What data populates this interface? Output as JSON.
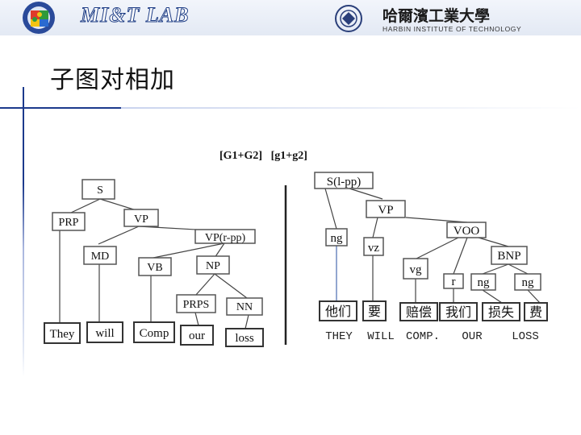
{
  "header": {
    "lab_name": "MI&T LAB",
    "lab_logo_icon": "puzzle-logo-icon",
    "univ_name_cn": "哈爾濱工業大學",
    "univ_name_en": "HARBIN INSTITUTE OF TECHNOLOGY",
    "univ_logo_icon": "hit-emblem-icon"
  },
  "slide": {
    "title": "子图对相加"
  },
  "figure": {
    "caption": "[G1+G2]   [g1+g2]",
    "left_tree": {
      "nodes": [
        "S",
        "PRP",
        "VP",
        "MD",
        "VP(r-pp)",
        "VB",
        "NP",
        "PRPS",
        "NN"
      ],
      "leaves": [
        "They",
        "will",
        "Comp",
        "our",
        "loss"
      ]
    },
    "right_tree": {
      "nodes": [
        "S(l-pp)",
        "VP",
        "VOO",
        "ng",
        "vz",
        "vg",
        "BNP",
        "r",
        "ng",
        "ng"
      ],
      "leaves": [
        "他们",
        "要",
        "赔偿",
        "我们",
        "损失",
        "费"
      ],
      "gloss": [
        "THEY",
        "WILL",
        "COMP.",
        "OUR",
        "LOSS"
      ]
    }
  },
  "colors": {
    "brand_blue": "#1c3a8c",
    "box_border": "#555555",
    "leaf_border": "#333333"
  }
}
